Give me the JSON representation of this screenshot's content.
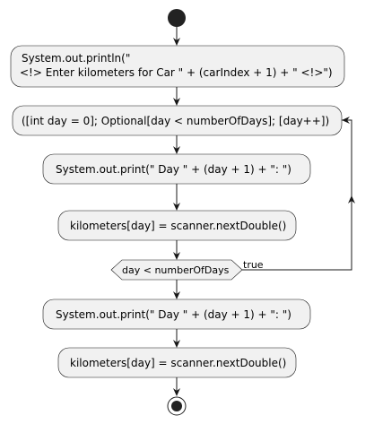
{
  "diagram": {
    "nodes": {
      "println_line1": "System.out.println(\"",
      "println_line2": "<!> Enter kilometers for Car \" + (carIndex + 1) + \" <!>\")",
      "loop_header": "([int day = 0]; Optional[day < numberOfDays]; [day++])",
      "print_day_1": "System.out.print(\"   Day \" + (day + 1) + \": \")",
      "read_km_1": "kilometers[day] = scanner.nextDouble()",
      "condition": "day < numberOfDays",
      "condition_true_label": "true",
      "print_day_2": "System.out.print(\"   Day \" + (day + 1) + \": \")",
      "read_km_2": "kilometers[day] = scanner.nextDouble()"
    },
    "colors": {
      "node_fill": "#f1f1f1",
      "stroke": "#181818",
      "start_end": "#222222"
    }
  }
}
